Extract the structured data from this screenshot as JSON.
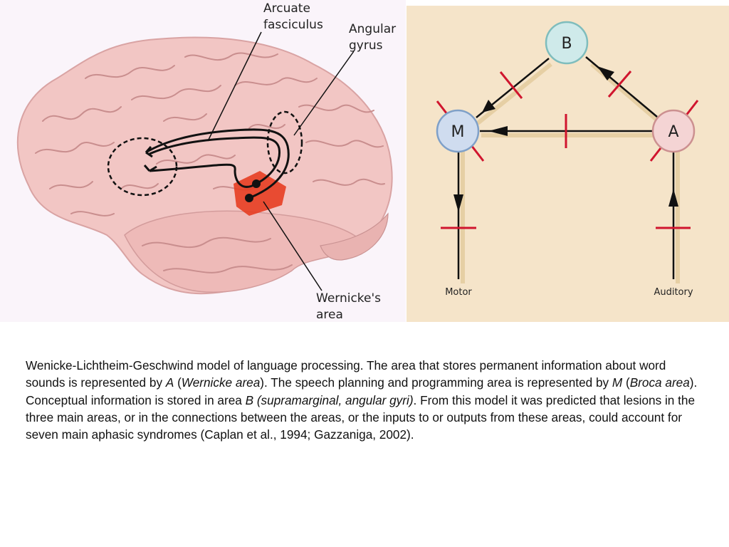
{
  "brain_figure": {
    "labels": {
      "arcuate_line1": "Arcuate",
      "arcuate_line2": "fasciculus",
      "angular_line1": "Angular",
      "angular_line2": "gyrus",
      "wernicke_line1": "Wernicke's",
      "wernicke_line2": "area"
    },
    "colors": {
      "brain": "#f2c6c4",
      "fold": "#c98e8e",
      "wernicke": "#e63a1e"
    }
  },
  "model_diagram": {
    "nodes": {
      "B": {
        "label": "B",
        "fill": "#cfeaea",
        "stroke": "#7fbdbd"
      },
      "M": {
        "label": "M",
        "fill": "#cfdcef",
        "stroke": "#7fa0c8"
      },
      "A": {
        "label": "A",
        "fill": "#f4d4d4",
        "stroke": "#cc9090"
      }
    },
    "inputs": {
      "motor": "Motor",
      "auditory": "Auditory"
    },
    "colors": {
      "lesion_mark": "#d0152e",
      "line": "#111111",
      "shadow": "#e6cfa4"
    }
  },
  "caption": {
    "p1": "Wenicke-Lichtheim-Geschwind model of language processing. The area that stores permanent information about word sounds is represented by ",
    "a_letter": "A",
    "p2": " (",
    "wernicke": "Wernicke area",
    "p3": "). The speech planning and programming area is represented by ",
    "m_letter": "M",
    "p4": " (",
    "broca": "Broca area",
    "p5": "). Conceptual information is stored in area ",
    "b_text": "B (supramarginal, angular gyri)",
    "p6": ". From this model it was predicted that lesions in the three main areas, or in the connections between the areas, or the inputs to or outputs from these areas, could account for seven main aphasic syndromes (Caplan et al., 1994; Gazzaniga, 2002)."
  }
}
